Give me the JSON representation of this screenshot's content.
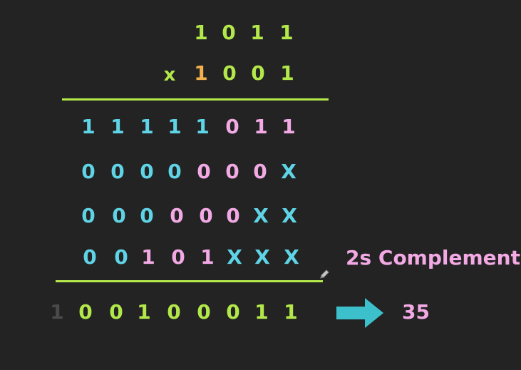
{
  "colors": {
    "background": "#232323",
    "green": "#b3e84a",
    "orange": "#f2b04e",
    "cyan": "#5fd4e6",
    "pink": "#f2a9e4",
    "gray": "#4a4a4a",
    "arrow": "#3cc0cc"
  },
  "multiplicand": [
    "1",
    "0",
    "1",
    "1"
  ],
  "multiplier": {
    "sign": "x",
    "digits": [
      "1",
      "0",
      "0",
      "1"
    ]
  },
  "partial_products": [
    [
      "1",
      "1",
      "1",
      "1",
      "1",
      "0",
      "1",
      "1"
    ],
    [
      "0",
      "0",
      "0",
      "0",
      "0",
      "0",
      "0",
      "X"
    ],
    [
      "0",
      "0",
      "0",
      "0",
      "0",
      "0",
      "X",
      "X"
    ],
    [
      "0",
      "0",
      "1",
      "0",
      "1",
      "X",
      "X",
      "X"
    ]
  ],
  "twos_complement_label": "2s Complement",
  "result": {
    "overflow_digit": "1",
    "digits": [
      "0",
      "0",
      "1",
      "0",
      "0",
      "0",
      "1",
      "1"
    ]
  },
  "decimal_result": "35",
  "icons": [
    "right-arrow-icon",
    "pencil-cursor-icon"
  ]
}
